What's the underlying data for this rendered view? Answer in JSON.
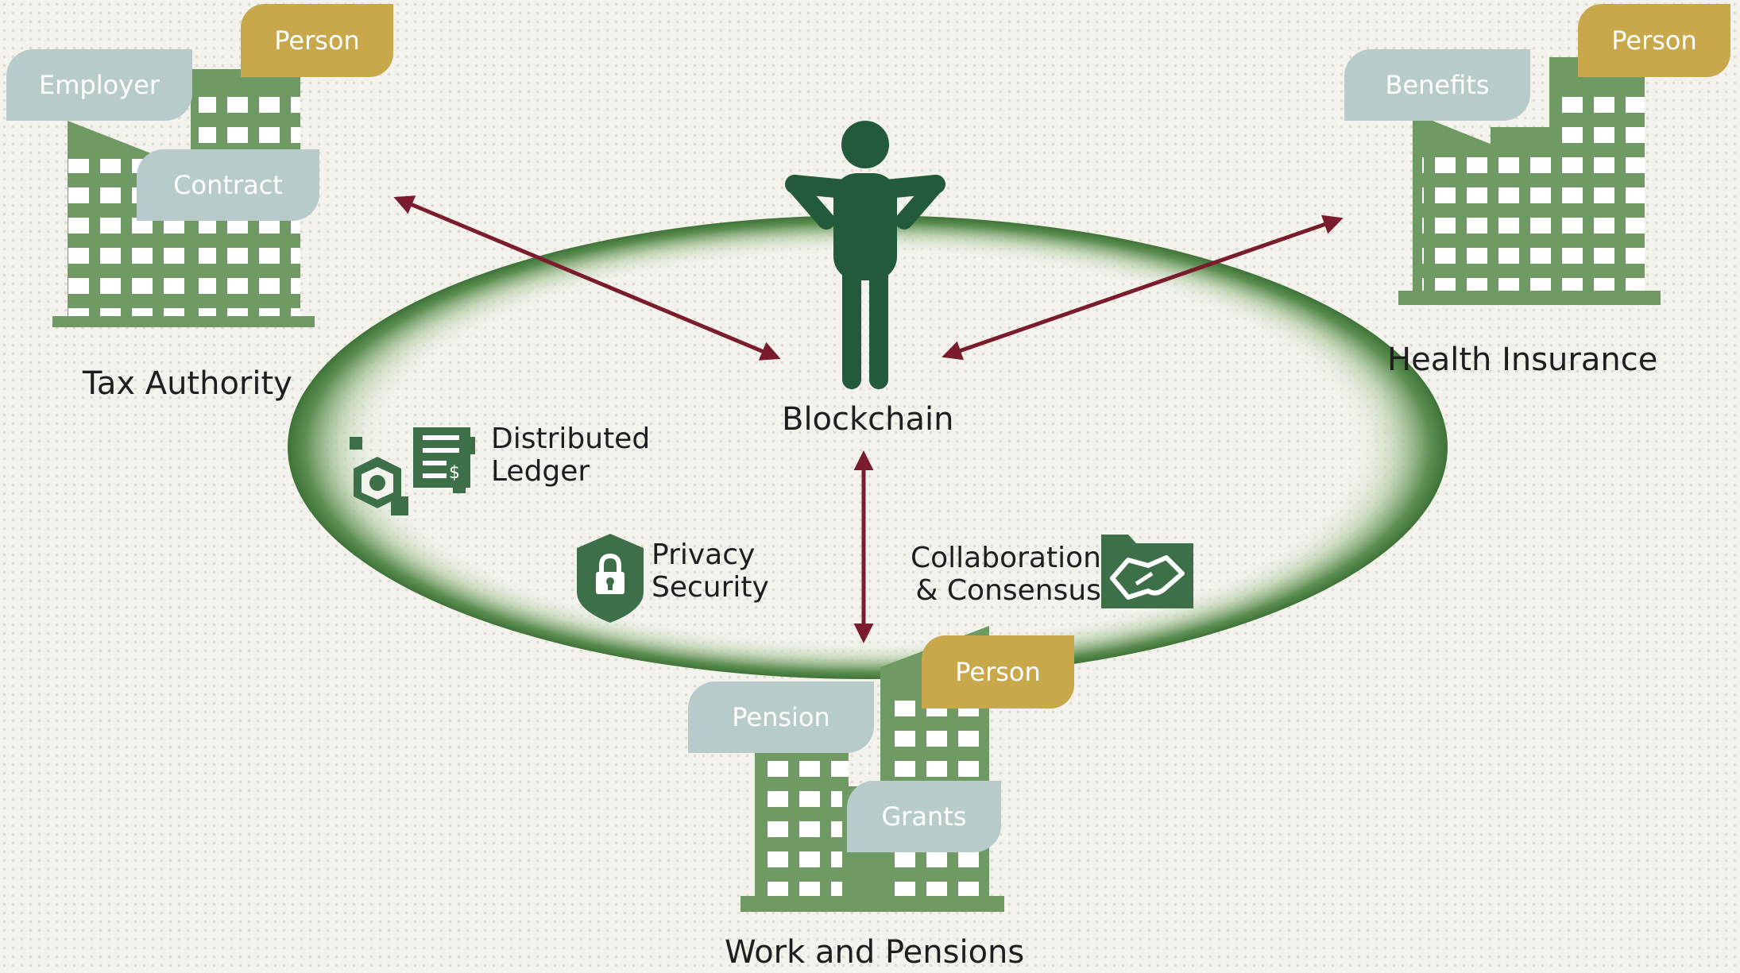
{
  "center": {
    "label": "Blockchain"
  },
  "features": {
    "ledger": {
      "line1": "Distributed",
      "line2": "Ledger",
      "icon": "ledger-cubes-icon"
    },
    "privacy": {
      "line1": "Privacy",
      "line2": "Security",
      "icon": "shield-lock-icon"
    },
    "collab": {
      "line1": "Collaboration",
      "line2": "& Consensus",
      "icon": "handshake-icon"
    }
  },
  "nodes": {
    "tax": {
      "title": "Tax Authority",
      "tags": [
        "Employer",
        "Person",
        "Contract"
      ]
    },
    "health": {
      "title": "Health Insurance",
      "tags": [
        "Benefits",
        "Person"
      ]
    },
    "work": {
      "title": "Work and Pensions",
      "tags": [
        "Pension",
        "Person",
        "Grants"
      ]
    }
  },
  "colors": {
    "building": "#6f9a63",
    "person": "#245a3c",
    "arrow": "#7a1c2e",
    "tag_gray": "#b8cbcb",
    "tag_gold": "#c8a84b",
    "icon": "#3d7048"
  }
}
